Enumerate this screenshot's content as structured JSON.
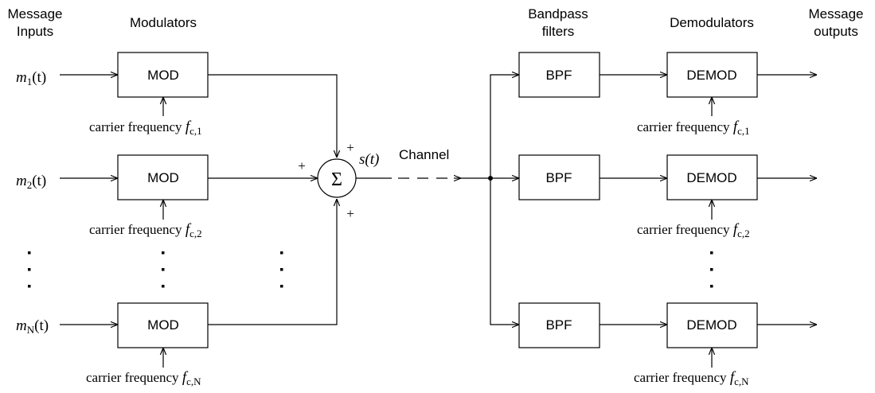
{
  "headers": {
    "message_inputs": [
      "Message",
      "Inputs"
    ],
    "modulators": "Modulators",
    "bandpass_filters": [
      "Bandpass",
      "filters"
    ],
    "demodulators": "Demodulators",
    "message_outputs": [
      "Message",
      "outputs"
    ]
  },
  "blocks": {
    "mod": "MOD",
    "bpf": "BPF",
    "demod": "DEMOD"
  },
  "inputs": [
    {
      "var": "m",
      "sub": "1",
      "arg": "(t)"
    },
    {
      "var": "m",
      "sub": "2",
      "arg": "(t)"
    },
    {
      "var": "m",
      "sub": "N",
      "arg": "(t)"
    }
  ],
  "carrier": {
    "prefix": "carrier frequency ",
    "var": "f",
    "subs": [
      "c,1",
      "c,2",
      "c,N"
    ]
  },
  "summer": {
    "symbol": "Σ",
    "plus": "+",
    "output": "s(t)"
  },
  "channel_label": "Channel"
}
